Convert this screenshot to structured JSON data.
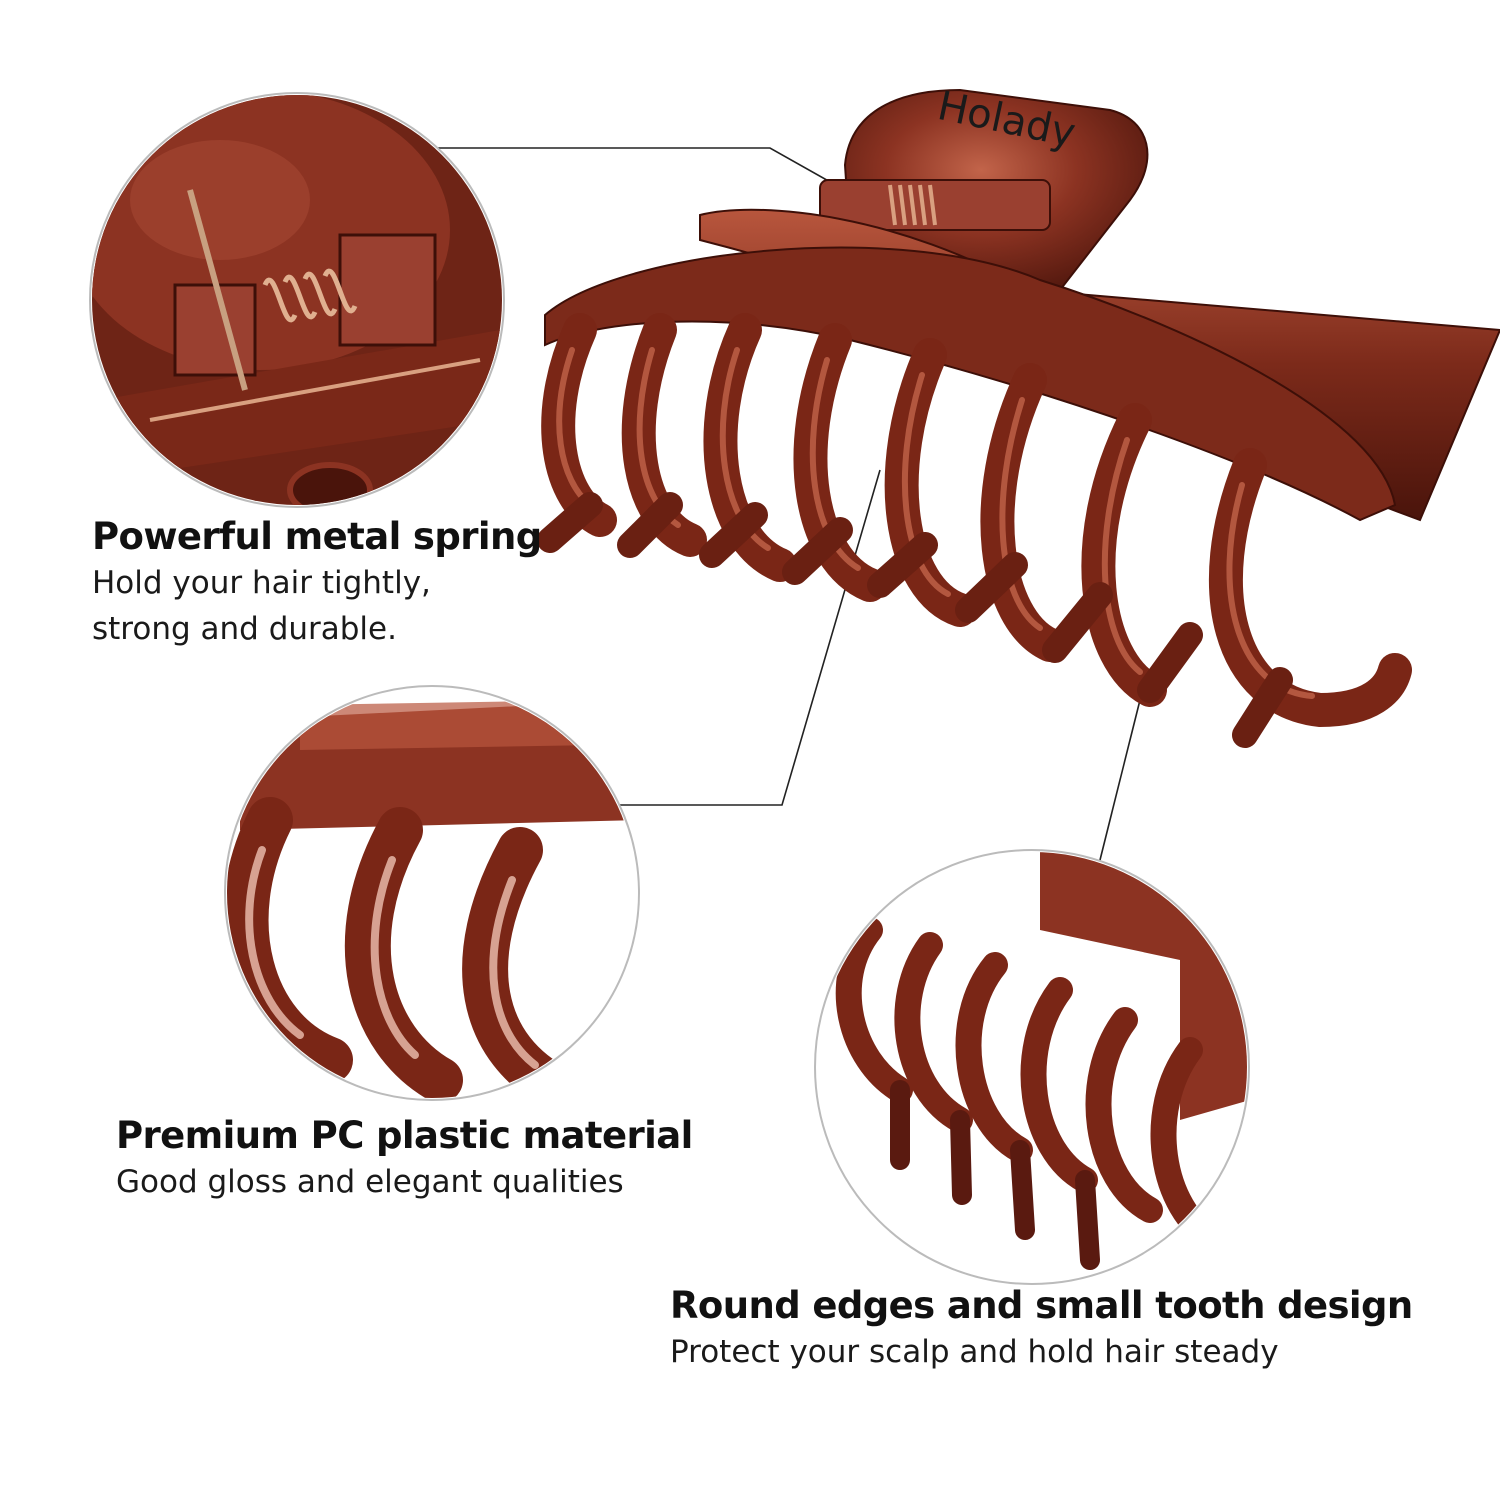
{
  "brand": "Holady",
  "features": [
    {
      "title": "Powerful metal spring",
      "description_lines": [
        "Hold your hair tightly,",
        "strong and durable."
      ]
    },
    {
      "title": "Premium PC plastic material",
      "description_lines": [
        "Good gloss and elegant qualities"
      ]
    },
    {
      "title": "Round edges and small tooth design",
      "description_lines": [
        "Protect your scalp and hold hair steady"
      ]
    }
  ],
  "colors": {
    "tortoise_dark": "#5a1a10",
    "tortoise_mid": "#8c3322",
    "tortoise_light": "#b8563d",
    "highlight": "#e8b8a8",
    "callout_line": "#222222",
    "text": "#111111"
  }
}
